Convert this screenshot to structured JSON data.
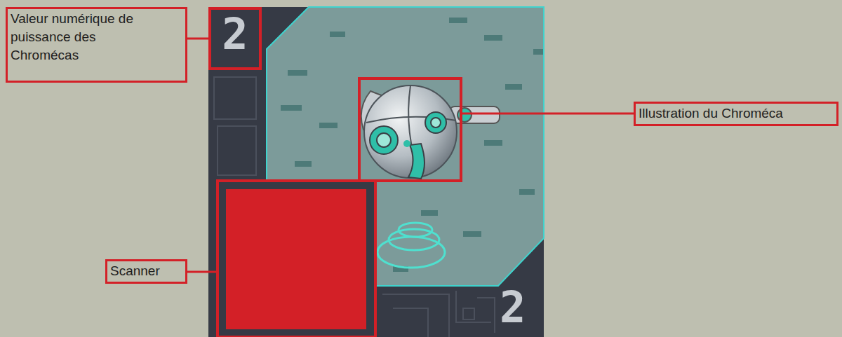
{
  "diagram": {
    "nodes": [
      {
        "text": [
          "Valeur numérique de puissance des Chromécas"
        ]
      },
      {
        "text": [
          "2"
        ]
      },
      {
        "text": [
          "Illustration du Chroméca"
        ]
      },
      {
        "text": [
          "Scanner"
        ]
      }
    ],
    "edges": [
      {
        "from": 0,
        "to": 1,
        "arrow": "none"
      }
    ],
    "labels": [
      "2"
    ]
  }
}
